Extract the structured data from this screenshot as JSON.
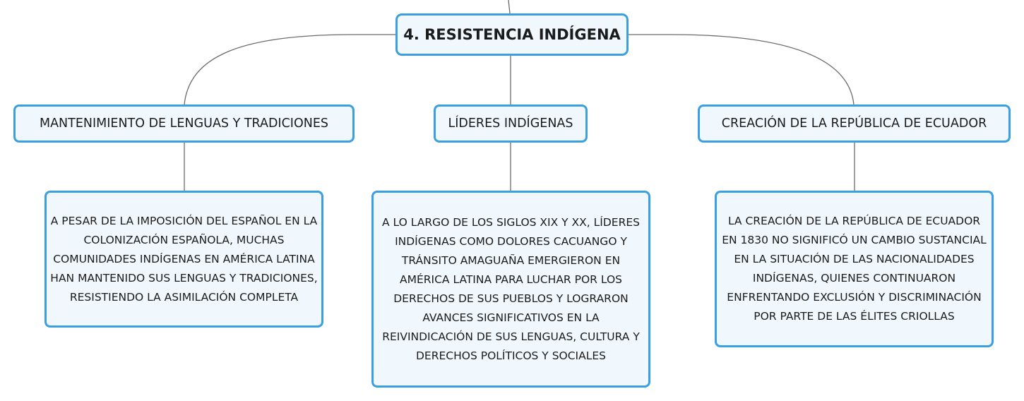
{
  "map": {
    "root": {
      "title": "4. RESISTENCIA INDÍGENA"
    },
    "topics": [
      {
        "label": "MANTENIMIENTO DE LENGUAS Y TRADICIONES",
        "detail": "A PESAR DE LA IMPOSICIÓN DEL ESPAÑOL EN LA COLONIZACIÓN ESPAÑOLA, MUCHAS COMUNIDADES INDÍGENAS EN AMÉRICA LATINA HAN MANTENIDO SUS LENGUAS Y TRADICIONES, RESISTIENDO LA ASIMILACIÓN COMPLETA"
      },
      {
        "label": "LÍDERES INDÍGENAS",
        "detail": "A LO LARGO DE LOS SIGLOS XIX Y XX, LÍDERES INDÍGENAS COMO DOLORES CACUANGO Y TRÁNSITO AMAGUAÑA EMERGIERON EN AMÉRICA LATINA PARA LUCHAR POR LOS DERECHOS DE SUS PUEBLOS Y LOGRARON AVANCES SIGNIFICATIVOS EN LA REIVINDICACIÓN DE SUS LENGUAS, CULTURA Y DERECHOS POLÍTICOS Y SOCIALES"
      },
      {
        "label": "CREACIÓN DE LA REPÚBLICA DE ECUADOR",
        "detail": "LA CREACIÓN DE LA REPÚBLICA DE ECUADOR EN 1830 NO SIGNIFICÓ UN CAMBIO SUSTANCIAL EN LA SITUACIÓN DE LAS NACIONALIDADES INDÍGENAS, QUIENES CONTINUARON ENFRENTANDO EXCLUSIÓN Y DISCRIMINACIÓN POR PARTE DE LAS ÉLITES CRIOLLAS"
      }
    ]
  },
  "colors": {
    "node_border": "#3c9fe0",
    "node_fill": "#f1f8fd",
    "connector": "#6b6b6b",
    "text": "#1b1b1b"
  }
}
